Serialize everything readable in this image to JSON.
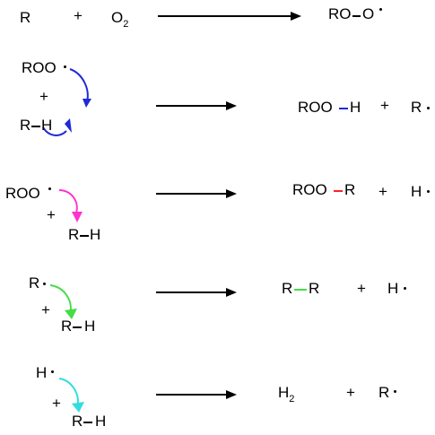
{
  "colors": {
    "black": "#000000",
    "blue": "#1f2bd6",
    "magenta": "#ff33cc",
    "red": "#ff2222",
    "green": "#44dd44",
    "cyan": "#33dddd"
  },
  "reactions": [
    {
      "left": {
        "r": "R",
        "plus": "+",
        "o2": "O",
        "o2_sub": "2"
      },
      "right": {
        "ro": "RO",
        "o": "O"
      }
    },
    {
      "left": {
        "roo": "ROO",
        "plus": "+",
        "r": "R",
        "h": "H"
      },
      "right": {
        "roo": "ROO",
        "h": "H",
        "plus": "+",
        "r": "R"
      }
    },
    {
      "left": {
        "roo": "ROO",
        "plus": "+",
        "r": "R",
        "h": "H"
      },
      "right": {
        "roo": "ROO",
        "r": "R",
        "plus": "+",
        "h": "H"
      }
    },
    {
      "left": {
        "r": "R",
        "plus": "+",
        "r2": "R",
        "h": "H"
      },
      "right": {
        "r1": "R",
        "r2": "R",
        "plus": "+",
        "h": "H"
      }
    },
    {
      "left": {
        "h": "H",
        "plus": "+",
        "r": "R",
        "h2": "H"
      },
      "right": {
        "h": "H",
        "h_sub": "2",
        "plus": "+",
        "r": "R"
      }
    }
  ]
}
